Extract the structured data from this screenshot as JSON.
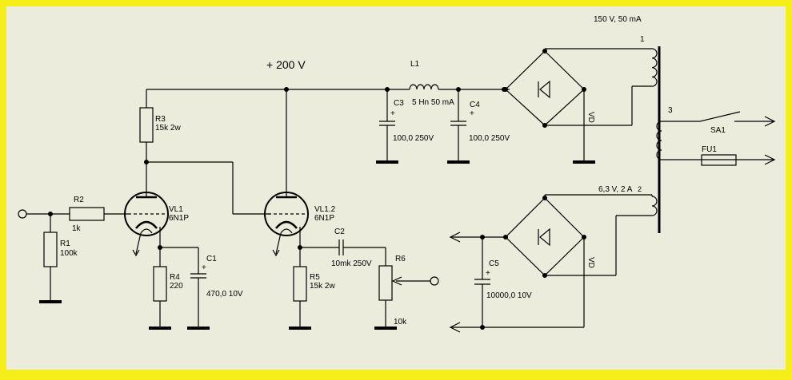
{
  "colors": {
    "frame": "#f6ee18",
    "canvas": "#ececdd",
    "ink": "#000000"
  },
  "labels": {
    "supply_voltage": "+ 200 V",
    "trafo_rating_1": "150 V, 50 mA",
    "winding_1": "1",
    "winding_3": "3",
    "trafo_rating_2": "6,3 V, 2 A",
    "winding_2": "2",
    "L1_name": "L1",
    "L1_value": "5 Hn 50 mA",
    "C3_name": "C3",
    "C3_value": "100,0 250V",
    "C4_name": "C4",
    "C4_value": "100,0 250V",
    "VD_top": "VD",
    "VD_bottom": "VD",
    "SA1": "SA1",
    "FU1": "FU1",
    "R3_name": "R3",
    "R3_value": "15k 2w",
    "R2_name": "R2",
    "R2_value": "1k",
    "R1_name": "R1",
    "R1_value": "100k",
    "VL1_name": "VL1",
    "VL1_type": "6N1P",
    "R4_name": "R4",
    "R4_value": "220",
    "C1_name": "C1",
    "C1_value": "470,0 10V",
    "VL12_name": "VL1.2",
    "VL12_type": "6N1P",
    "C2_name": "C2",
    "C2_value": "10mk 250V",
    "R5_name": "R5",
    "R5_value": "15k 2w",
    "R6_name": "R6",
    "R6_value": "10k",
    "C5_name": "C5",
    "C5_value": "10000,0 10V",
    "plus": "+"
  }
}
